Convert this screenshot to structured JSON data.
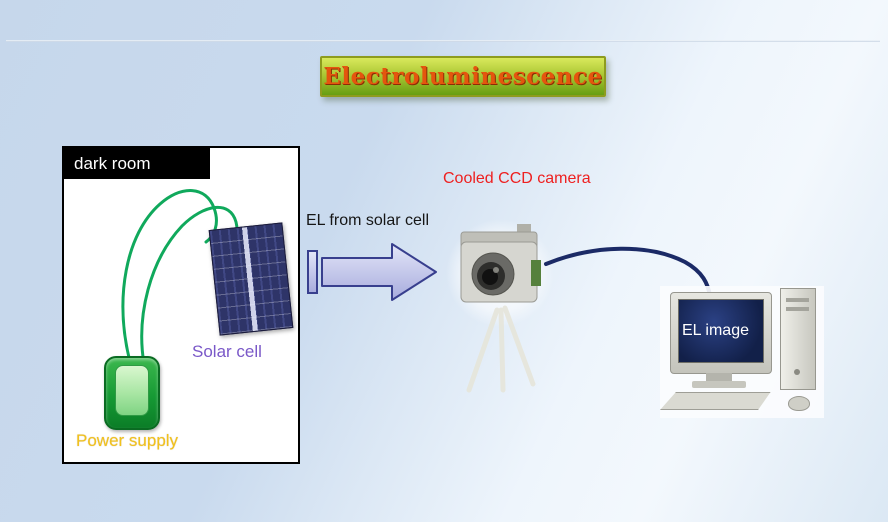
{
  "title": {
    "text": "Electroluminescence"
  },
  "dark_room": {
    "label": "dark room",
    "solar_cell_label": "Solar cell",
    "power_supply_label": "Power supply"
  },
  "flow": {
    "arrow_label": "EL from solar cell",
    "camera_label": "Cooled CCD camera",
    "monitor_text": "EL image"
  },
  "icons": {
    "solar_cell": "solar-cell-image",
    "power_supply": "power-supply-icon",
    "wires": "wires-icon",
    "block_arrow": "block-arrow-icon",
    "camera": "ccd-camera-image",
    "cable": "cable-line",
    "computer": "computer-image"
  },
  "colors": {
    "title_text": "#e4560e",
    "title_border": "#8e9c1e",
    "title_bg_top": "#d9e95c",
    "title_bg_bottom": "#679e13",
    "camera_label": "#ee2020",
    "solar_cell_label": "#7a58c8",
    "power_supply_label": "#f2c21c",
    "wire": "#10a95c",
    "cable": "#1b2a66",
    "arrow_stroke": "#383f8e",
    "arrow_fill_top": "#e3e6f8",
    "arrow_fill_bottom": "#a7abdd",
    "background": "#c9daee"
  }
}
